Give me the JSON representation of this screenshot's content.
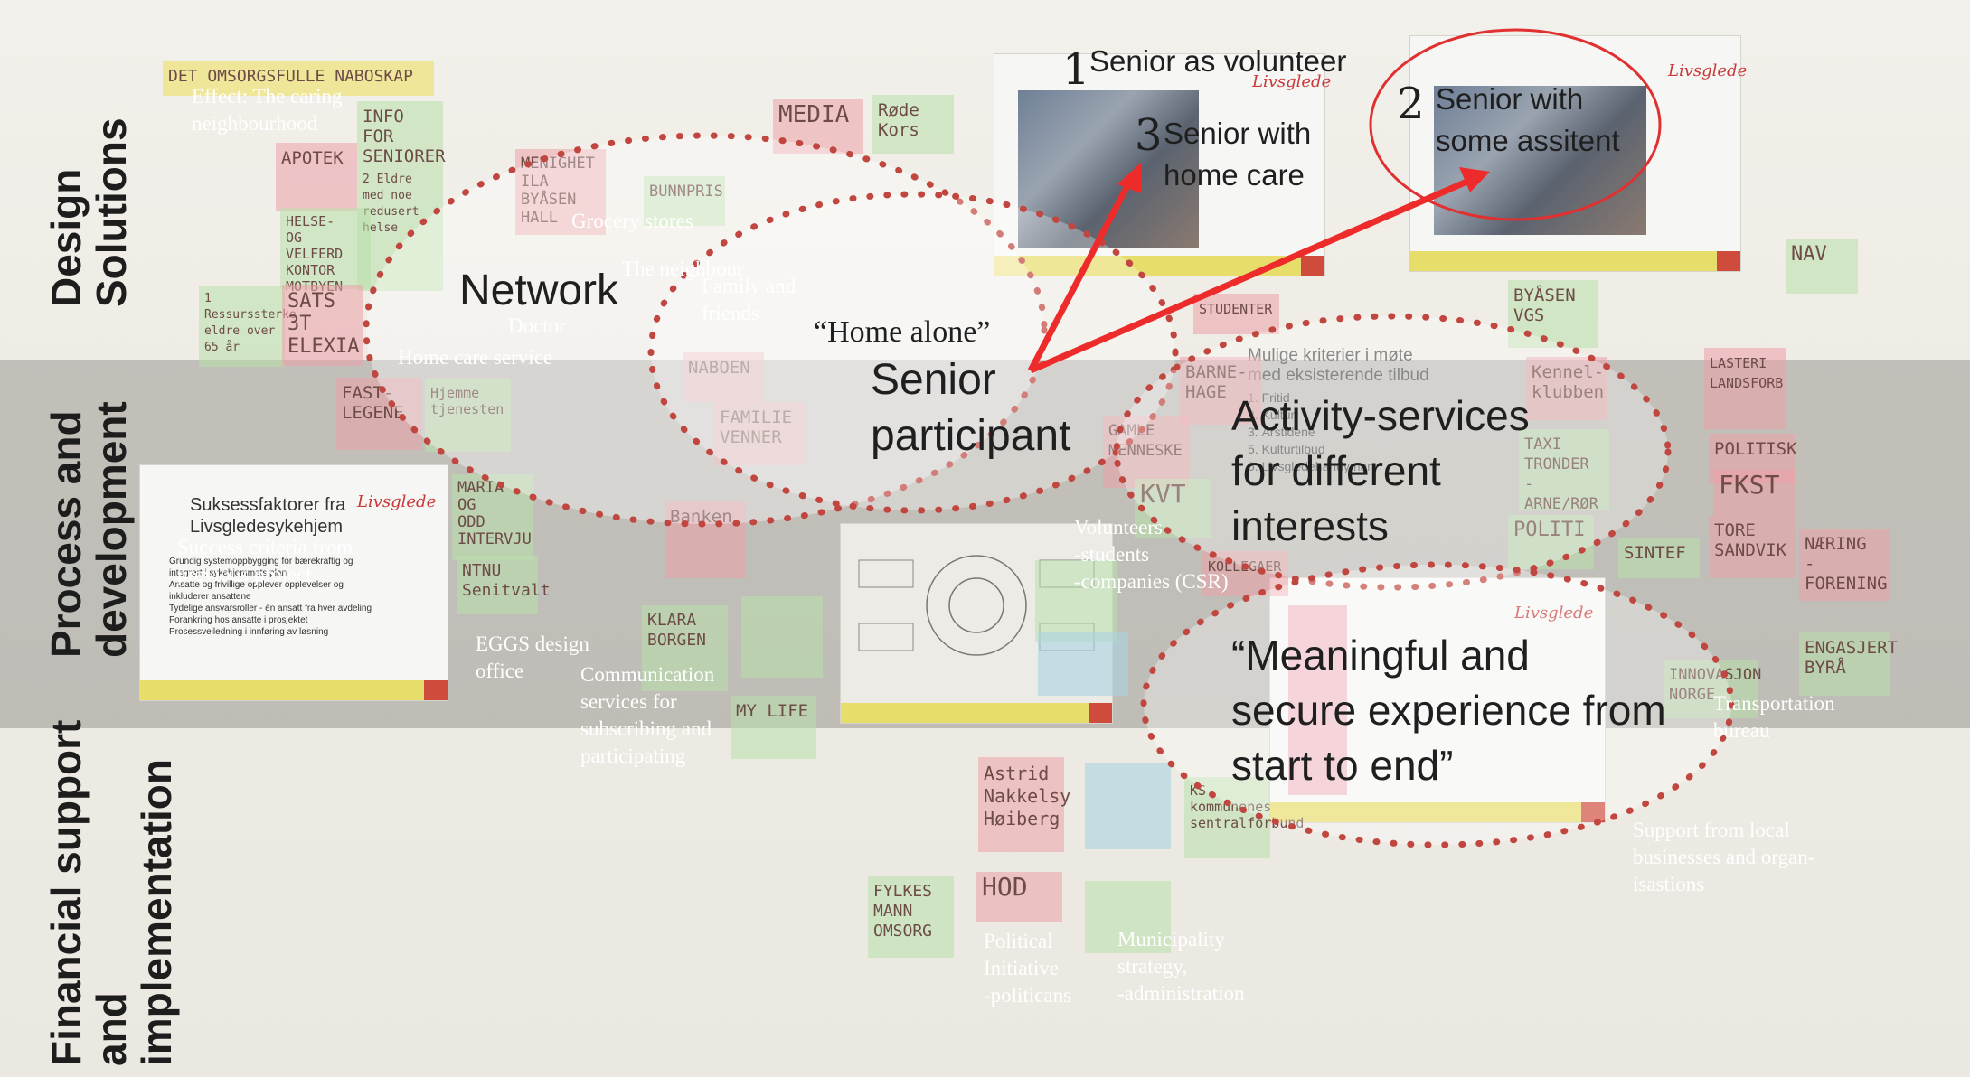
{
  "rows": {
    "design": [
      "Design",
      "Solutions"
    ],
    "process": [
      "Process and",
      "development"
    ],
    "financial": [
      "Financial support",
      "and",
      "implementation"
    ]
  },
  "overlay_labels": {
    "effect": [
      "Effect: The caring",
      "neighbourhood"
    ],
    "grocery": "Grocery stores",
    "neighbour": "The neighbour",
    "family": [
      "Family and",
      "friends"
    ],
    "doctor": "Doctor",
    "homecare": "Home care service",
    "success": [
      "Success criteria from",
      "previous project"
    ],
    "eggs": [
      "EGGS design",
      "office"
    ],
    "communication": [
      "Communication",
      "services for",
      "subscribing and",
      "participating"
    ],
    "volunteers": [
      "Volunteers",
      "-students",
      "-companies (CSR)"
    ],
    "transport": [
      "Transportation",
      "bureau"
    ],
    "support": [
      "Support from local",
      "businesses and organ-",
      "isastions"
    ],
    "political": [
      "Political",
      "Initiative",
      "-politicans"
    ],
    "municipality": [
      "Municipality",
      "strategy,",
      "-administration"
    ]
  },
  "headings": {
    "network": "Network",
    "home_alone": "“Home alone”",
    "senior": [
      "Senior",
      "participant"
    ],
    "activity": [
      "Activity-services",
      "for different",
      "interests"
    ],
    "meaningful": [
      "“Meaningful and",
      "secure experience from",
      "start to end”"
    ]
  },
  "scenarios": {
    "s1_num": "1",
    "s1_text": "Senior as volunteer",
    "s2_num": "2",
    "s2_text": [
      "Senior with",
      "some assitent"
    ],
    "s3_num": "3",
    "s3_text": [
      "Senior with",
      "home care"
    ]
  },
  "notes": {
    "banner": "DET OMSORGSFULLE NABOSKAP",
    "info": [
      "INFO",
      "FOR",
      "SENIORER"
    ],
    "apotek": "APOTEK",
    "eldre": [
      "2 Eldre",
      "med noe",
      "redusert",
      "helse"
    ],
    "helse": [
      "HELSE-",
      "OG VELFERD",
      "KONTOR",
      "MOTBYEN"
    ],
    "ressurs": [
      "1 Ressurssterke",
      "eldre over",
      "65 år"
    ],
    "sats": [
      "SATS",
      "3T",
      "ELEXIA"
    ],
    "media": "MEDIA",
    "rodekors": "Røde Kors",
    "meninghet": [
      "MENIGHET",
      "ILA",
      "BYÅSEN",
      "HALL"
    ],
    "bunnpris": "BUNNPRIS",
    "naboen": "NABOEN",
    "familie": [
      "FAMILIE",
      "VENNER"
    ],
    "fastlegene": [
      "FAST-",
      "LEGENE"
    ],
    "hjemmetjenesten": [
      "Hjemme",
      "tjenesten"
    ],
    "maria": [
      "MARIA",
      "OG",
      "ODD",
      "INTERVJU"
    ],
    "ntnu": [
      "NTNU",
      "Senitvalt"
    ],
    "banken": "Banken",
    "klara": [
      "KLARA",
      "BORGEN"
    ],
    "mylife": "MY LIFE",
    "barnehage": [
      "BARNE-",
      "HAGE"
    ],
    "gamle": [
      "GAMLE",
      "MENNESKE"
    ],
    "kvt": "KVT",
    "studenter": "STUDENTER",
    "byasen": [
      "BYÅSEN",
      "VGS"
    ],
    "kennel": [
      "Kennel-",
      "klubben"
    ],
    "taxi": [
      "TAXI",
      "TRONDER",
      "- ARNE/RØR"
    ],
    "politi": "POLITI",
    "nav": "NAV",
    "lasteri": [
      "LASTERI",
      "LANDSFORB"
    ],
    "politisk": "POLITISK",
    "fkst": "FKST",
    "tore": [
      "TORE",
      "SANDVIK"
    ],
    "naering": [
      "NÆRING",
      "-FORENING"
    ],
    "sintef": "SINTEF",
    "engasjert": [
      "ENGASJERT",
      "BYRÅ"
    ],
    "innovasjon": [
      "INNOVASJON",
      "NORGE"
    ],
    "astrid": [
      "Astrid",
      "Nakkelsy",
      "Høiberg"
    ],
    "hod": "HOD",
    "fylkesmann": [
      "FYLKES",
      "MANN",
      "OMSORG"
    ],
    "ks": [
      "KS",
      "kommunenes",
      "sentralforbund"
    ],
    "kollegaer": "KOLLEGAER"
  },
  "posters": {
    "success_title": [
      "Suksessfaktorer fra",
      "Livsgledesykehjem"
    ],
    "success_bullets": [
      "Grundig systemoppbygging for bærekraftig og",
      "integrert i sykehjemmets plan",
      "Ansatte og frivillige opplever opplevelser og",
      "inkluderer ansattene",
      "Tydelige ansvarsroller - én ansatt fra hver avdeling",
      "Forankring hos ansatte i prosjektet",
      "Prosessveiledning i innføring av løsning"
    ],
    "criteria_title": [
      "Mulige kriterier i møte",
      "med eksisterende tilbud"
    ],
    "criteria_items": [
      "1. Fritid",
      "2. Kultur",
      "3. Årstidene",
      "5. Kulturtilbud",
      "6. Livsgledehandyman"
    ],
    "logo": "Livsglede"
  },
  "colors": {
    "arrow": "#ee2b2b",
    "dots": "#c0463f",
    "circle": "#e03030"
  }
}
